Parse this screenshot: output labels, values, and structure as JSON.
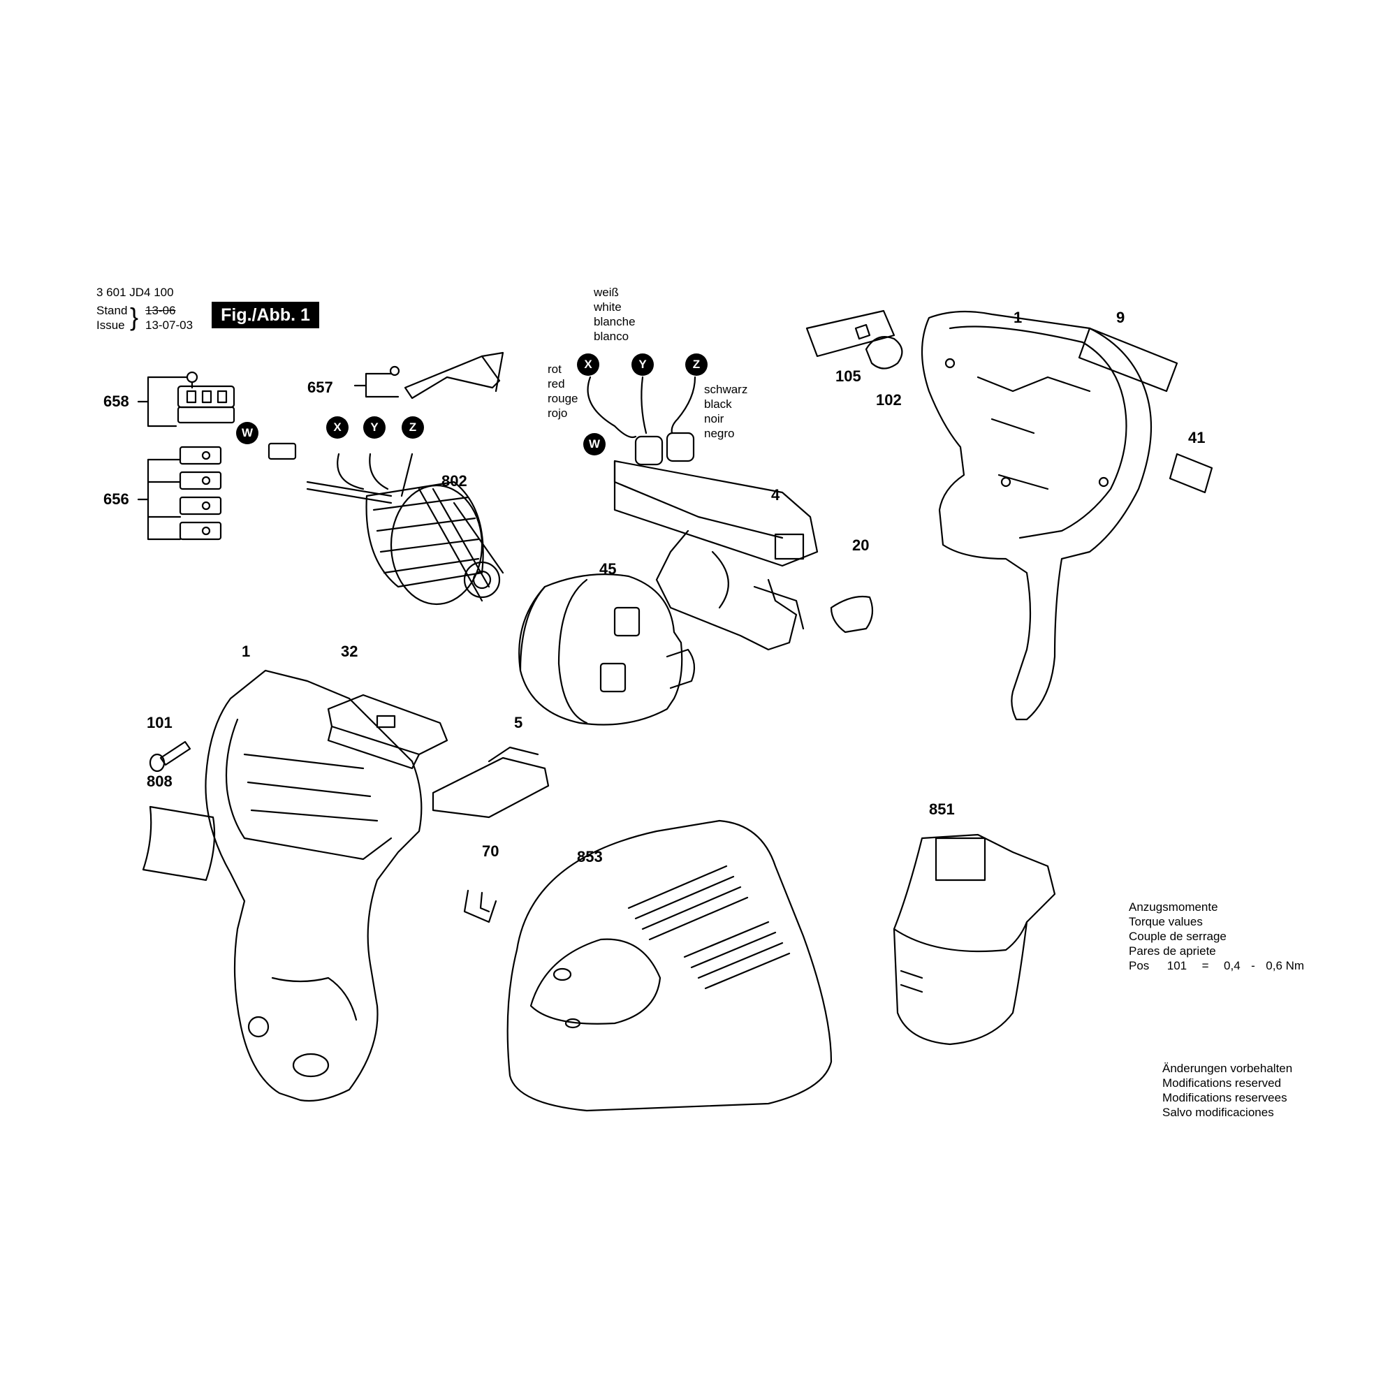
{
  "header": {
    "doc_number": "3 601 JD4 100",
    "stand_label": "Stand",
    "issue_label": "Issue",
    "stand_date": "13-06",
    "issue_date": "13-07-03",
    "figure_label": "Fig./Abb. 1"
  },
  "wire_badges": [
    "W",
    "X",
    "Y",
    "Z"
  ],
  "wire_colors": {
    "white": [
      "weiß",
      "white",
      "blanche",
      "blanco"
    ],
    "red": [
      "rot",
      "red",
      "rouge",
      "rojo"
    ],
    "black": [
      "schwarz",
      "black",
      "noir",
      "negro"
    ]
  },
  "parts": {
    "p1a": "1",
    "p1b": "1",
    "p4": "4",
    "p5": "5",
    "p9": "9",
    "p20": "20",
    "p32": "32",
    "p41": "41",
    "p45": "45",
    "p70": "70",
    "p101": "101",
    "p102": "102",
    "p105": "105",
    "p656": "656",
    "p657": "657",
    "p658": "658",
    "p802": "802",
    "p808": "808",
    "p851": "851",
    "p853": "853"
  },
  "torque": {
    "lines": [
      "Anzugsmomente",
      "Torque values",
      "Couple de serrage",
      "Pares de apriete"
    ],
    "pos_label": "Pos",
    "pos_number": "101",
    "equals": "=",
    "min": "0,4",
    "dash": "-",
    "max": "0,6 Nm"
  },
  "notice": [
    "Änderungen vorbehalten",
    "Modifications reserved",
    "Modifications reservees",
    "Salvo modificaciones"
  ]
}
